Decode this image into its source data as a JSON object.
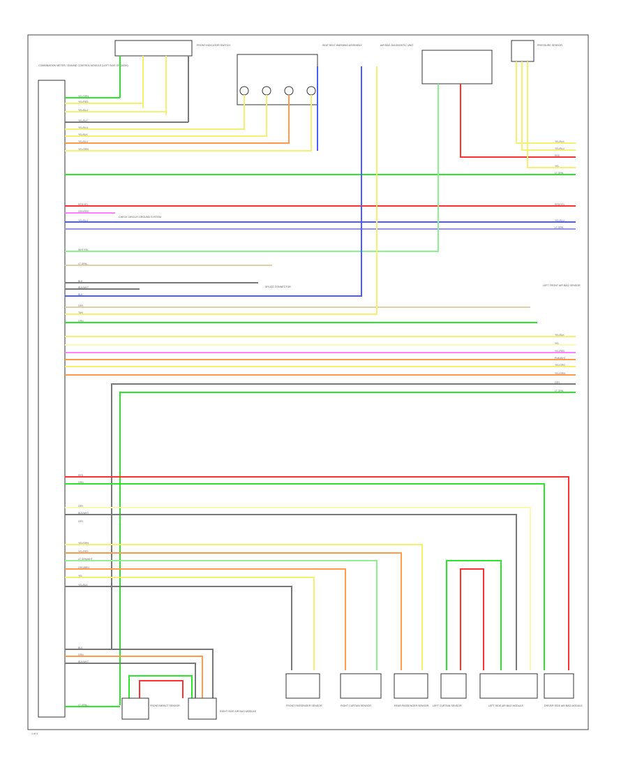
{
  "labels": {
    "control_module": "COMBINATION METER / ENGINE CONTROL MODULE (LEFT SIDE OF DASH)",
    "top_module_1": "FRONT INDICATOR SWITCH",
    "top_module_2": "SEAT BELT WARNING ASSEMBLY",
    "top_module_3": "AIR BAG DIAGNOSTIC UNIT",
    "top_module_4": "PRESSURE SENSOR",
    "right_side_upper": "LEFT FRONT AIR BAG SENSOR",
    "mid_note_1": "CHECK CIRCUIT GROUND SYSTEM",
    "mid_note_2": "SPLICE CONNECTOR",
    "sensor_1": "FRONT IMPACT SENSOR",
    "sensor_2": "RIGHT SIDE AIR BAG MODULE",
    "sensor_3": "FRONT PASSENGER SENSOR",
    "sensor_4": "RIGHT CURTAIN SENSOR",
    "sensor_5": "REAR PASSENGER SENSOR",
    "sensor_6": "LEFT CURTAIN SENSOR",
    "sensor_7": "LEFT SIDE AIR BAG MODULE",
    "sensor_8": "DRIVER SIDE AIR BAG MODULE",
    "page_ref": "1 of 4"
  },
  "wire_labels": {
    "upper": [
      "YEL/GRN",
      "YEL/RED",
      "YEL/BLU",
      "YEL/BLK",
      "YEL/BLU",
      "YEL/BLK",
      "YEL/BLU",
      "YEL/GRN"
    ],
    "upper_right": [
      "YEL/BLK",
      "YEL/BLU",
      "RED",
      "YEL",
      "LT GRN"
    ],
    "mid": [
      "RED/YEL",
      "GRY/RED",
      "YEL/BLU",
      "WHT/YEL",
      "LT GRN"
    ],
    "mid_right": [
      "RED/YEL",
      "YEL/BLU",
      "LT GRN"
    ],
    "gray_group": [
      "BLK",
      "BLK/WHT",
      "BLK",
      "GRY",
      "TAN",
      "GRN"
    ],
    "bundle": [
      "YEL/BLK",
      "YEL",
      "YEL/RED",
      "PNK/WHT",
      "YEL/ORG",
      "YEL/GRN",
      "GRY",
      "LT GRN"
    ],
    "lower": [
      "RED",
      "GRN",
      "GRY",
      "BLK/WHT",
      "GRY"
    ],
    "bottom": [
      "YEL/GRN",
      "YEL/RED",
      "LT GRN/WHT",
      "ORG/BRN",
      "YEL",
      "YEL/BLK",
      "BLK",
      "GRN",
      "BLK/WHT",
      "LT GRN"
    ]
  },
  "colors": {
    "green": "#29e829",
    "light_green": "#8ff08f",
    "yellow": "#f5f06e",
    "pale_yellow": "#fafab0",
    "orange": "#ff9a4a",
    "red": "#ff3030",
    "pink": "#ff80ff",
    "blue": "#4a5cff",
    "light_blue": "#9090ff",
    "gray": "#777777",
    "tan": "#e0cfa0",
    "black": "#111111"
  }
}
